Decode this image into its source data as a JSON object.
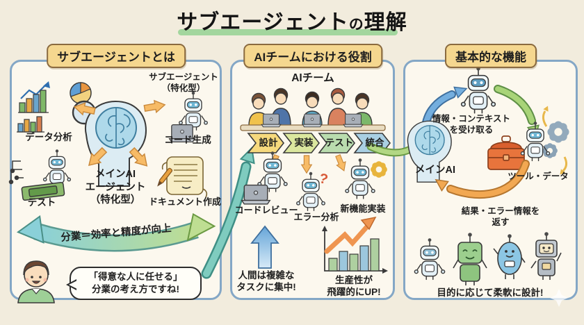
{
  "title": {
    "part1": "サブエージェント",
    "particle": "の",
    "part2": "理解"
  },
  "left_panel": {
    "header": "サブエージェントとは",
    "subagent_caption": "サブエージェント\n（特化型）",
    "data_analysis": "データ分析",
    "code_generation": "コード生成",
    "testing": "テスト",
    "documentation": "ドキュメント作成",
    "main_ai": "メインAI\nエージェント\n（特化型）",
    "banner": "分業＝効率と精度が向上",
    "speech": "「得意な人に任せる」\n分業の考え方ですね!"
  },
  "middle_panel": {
    "header": "AIチームにおける役割",
    "team": "AIチーム",
    "phases": [
      "設計",
      "実装",
      "テスト",
      "統合"
    ],
    "roles": [
      "コードレビュー",
      "エラー分析",
      "新機能実装"
    ],
    "error_mark": "?",
    "human_focus": "人間は複雑な\nタスクに集中!",
    "productivity": "生産性が\n飛躍的にUP!"
  },
  "right_panel": {
    "header": "基本的な機能",
    "receive": "情報・コンテキスト\nを受け取る",
    "main_ai": "メインAI",
    "tools": "ツール・データ",
    "return_info": "結果・エラー情報を\n返す",
    "design_note": "目的に応じて柔軟に設計!"
  },
  "colors": {
    "accent_orange": "#f7bb66",
    "accent_teal": "#7fccbf",
    "accent_green": "#b2d784",
    "accent_blue": "#74aede",
    "panel_border": "#84a7c6",
    "header_bg": "#f5d78f",
    "underline_green": "#a3d69e"
  }
}
